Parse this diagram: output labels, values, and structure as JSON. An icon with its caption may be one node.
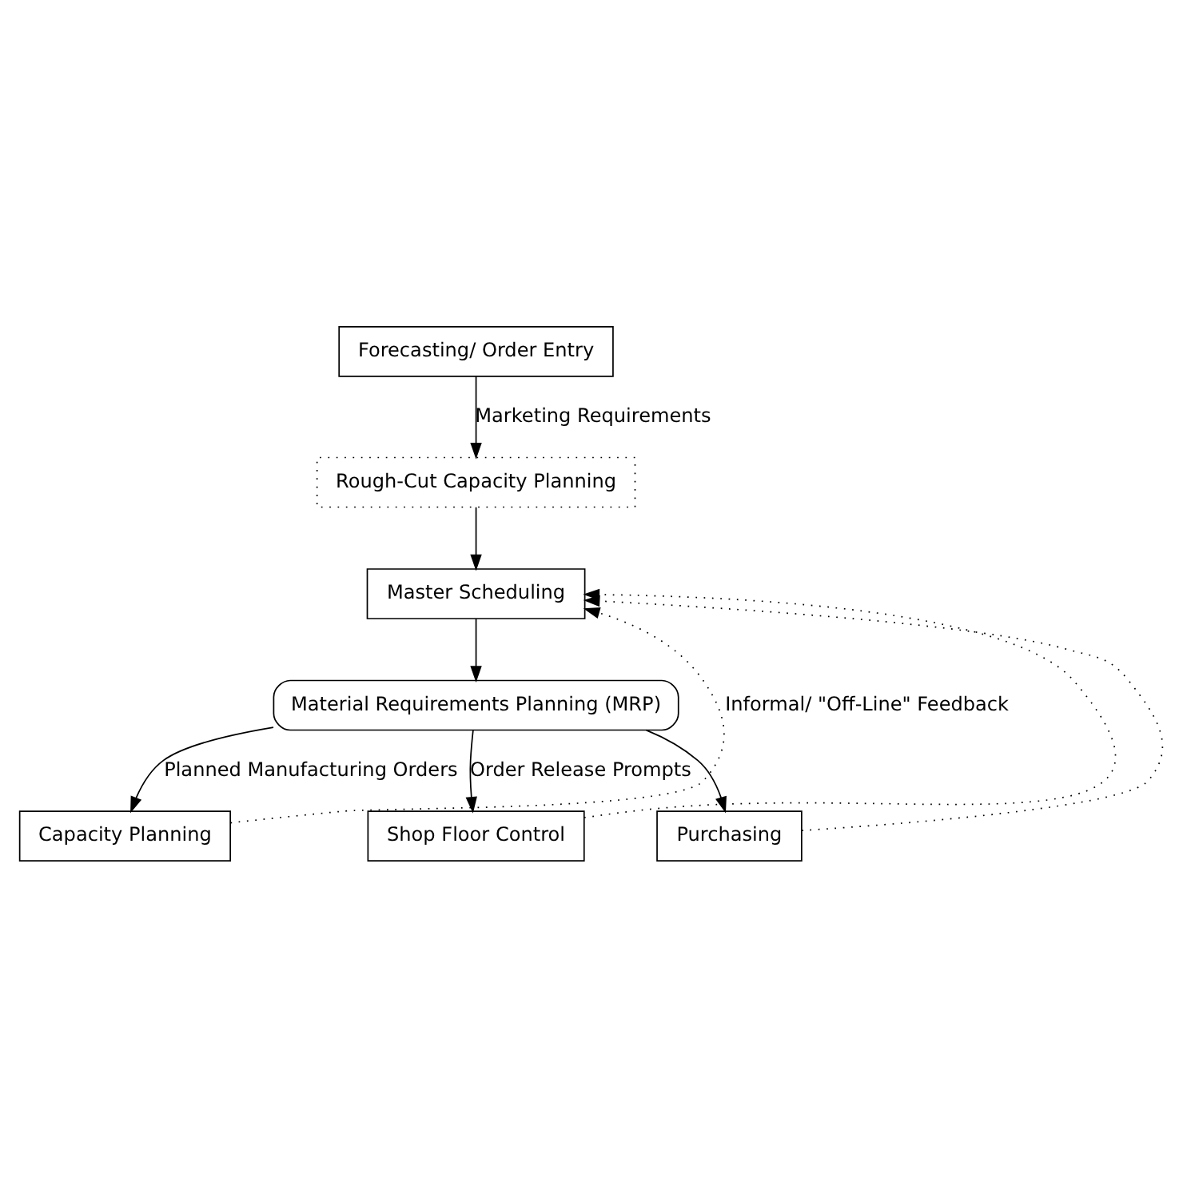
{
  "diagram": {
    "nodes": [
      {
        "text": [
          "Forecasting/ Order Entry"
        ]
      },
      {
        "text": [
          "Rough-Cut Capacity Planning"
        ]
      },
      {
        "text": [
          "Master Scheduling"
        ]
      },
      {
        "text": [
          "Material Requirements Planning (MRP)"
        ]
      },
      {
        "text": [
          "Capacity Planning"
        ]
      },
      {
        "text": [
          "Shop Floor Control"
        ]
      },
      {
        "text": [
          "Purchasing"
        ]
      }
    ],
    "edges": [
      {
        "from": 0,
        "to": 1,
        "arrow": "to",
        "label": "Marketing Requirements"
      },
      {
        "from": 1,
        "to": 2,
        "arrow": "to"
      },
      {
        "from": 2,
        "to": 3,
        "arrow": "to"
      },
      {
        "from": 3,
        "to": 4,
        "arrow": "to",
        "label": "Planned Manufacturing Orders"
      },
      {
        "from": 3,
        "to": 5,
        "arrow": "to",
        "label": "Order Release Prompts"
      },
      {
        "from": 3,
        "to": 6,
        "arrow": "to"
      },
      {
        "from": 4,
        "to": 2,
        "arrow": "to",
        "style": "dashed",
        "label": "Informal/ \"Off-Line\" Feedback"
      },
      {
        "from": 5,
        "to": 2,
        "arrow": "to",
        "style": "dashed"
      },
      {
        "from": 6,
        "to": 2,
        "arrow": "to",
        "style": "dashed"
      }
    ]
  }
}
